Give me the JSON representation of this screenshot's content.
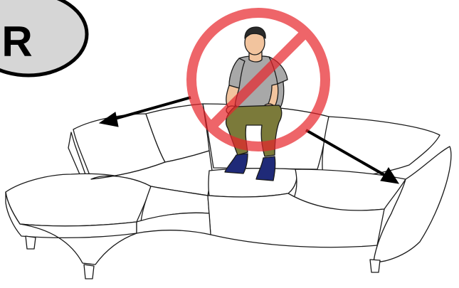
{
  "badge": {
    "letter": "R",
    "fill": "#d6d6d6"
  },
  "prohibition": {
    "color": "#e8242b",
    "opacity": 0.7
  },
  "icons": {
    "badge": "r-label-badge",
    "sofa": "corner-sofa-icon",
    "person": "seated-person-icon",
    "prohibition": "no-sitting-sign-icon",
    "arrows": "direction-arrow-icon"
  },
  "colors": {
    "outline": "#1a1a1a",
    "skin": "#f2c49e",
    "shirt": "#a8a8a8",
    "pants": "#7b7a3a",
    "shoes": "#1f2a78"
  }
}
